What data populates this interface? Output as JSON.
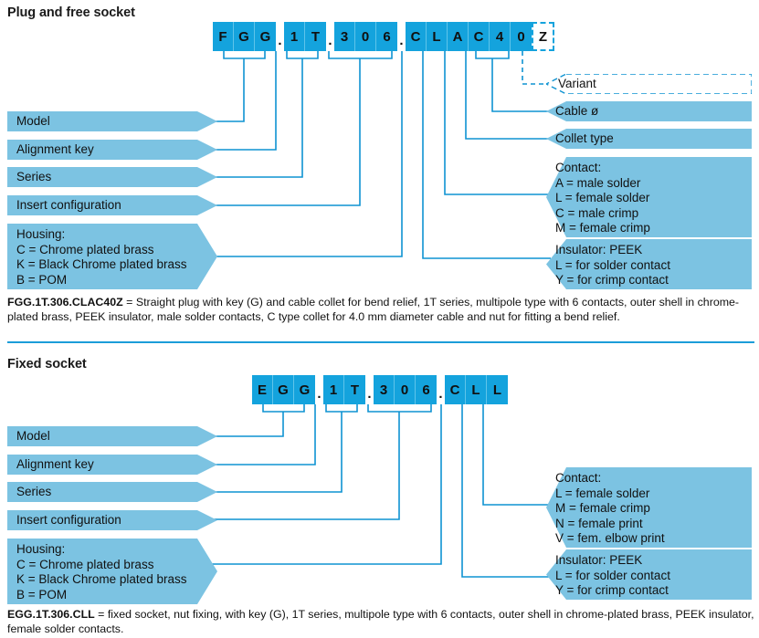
{
  "colors": {
    "chip_blue": "#14a3dd",
    "banner_blue": "#7cc3e2",
    "line_blue": "#0e93d2",
    "rule_blue": "#1b9dd9",
    "text": "#111111"
  },
  "sections": [
    {
      "id": "plug",
      "title": "Plug and free socket",
      "code": {
        "full": "FGG.1T.306.CLAC40Z",
        "groups": [
          {
            "name": "model-key-group",
            "chars": [
              "F",
              "G",
              "G"
            ]
          },
          {
            "name": "series-group",
            "chars": [
              "1",
              "T"
            ]
          },
          {
            "name": "insert-group",
            "chars": [
              "3",
              "0",
              "6"
            ]
          },
          {
            "name": "housing-contact-group",
            "chars": [
              "C",
              "L",
              "A",
              "C",
              "4",
              "0"
            ]
          }
        ],
        "separators": [
          "."
        ],
        "variant_char": "Z"
      },
      "left_labels": [
        {
          "name": "model",
          "lines": [
            "Model"
          ]
        },
        {
          "name": "alignment-key",
          "lines": [
            "Alignment key"
          ]
        },
        {
          "name": "series",
          "lines": [
            "Series"
          ]
        },
        {
          "name": "insert-configuration",
          "lines": [
            "Insert configuration"
          ]
        },
        {
          "name": "housing",
          "lines": [
            "Housing:",
            "C = Chrome plated brass",
            "K = Black Chrome plated brass",
            "B = POM"
          ]
        }
      ],
      "right_labels": [
        {
          "name": "variant",
          "style": "dashed",
          "lines": [
            "Variant"
          ]
        },
        {
          "name": "cable-diameter",
          "style": "solid",
          "lines": [
            "Cable ø"
          ]
        },
        {
          "name": "collet-type",
          "style": "solid",
          "lines": [
            "Collet type"
          ]
        },
        {
          "name": "contact",
          "style": "solid",
          "lines": [
            "Contact:",
            "A = male solder",
            "L = female solder",
            "C = male crimp",
            "M = female crimp"
          ]
        },
        {
          "name": "insulator",
          "style": "solid",
          "lines": [
            "Insulator: PEEK",
            "L = for solder contact",
            "Y = for crimp contact"
          ]
        }
      ],
      "caption_code": "FGG.1T.306.CLAC40Z",
      "caption_text": " = Straight plug with key (G) and cable collet for bend relief, 1T series, multipole type with 6 contacts, outer shell in chrome-plated brass, PEEK insulator, male solder contacts, C type collet for 4.0 mm diameter cable and nut for fitting a bend relief."
    },
    {
      "id": "fixed",
      "title": "Fixed socket",
      "code": {
        "full": "EGG.1T.306.CLL",
        "groups": [
          {
            "name": "model-key-group",
            "chars": [
              "E",
              "G",
              "G"
            ]
          },
          {
            "name": "series-group",
            "chars": [
              "1",
              "T"
            ]
          },
          {
            "name": "insert-group",
            "chars": [
              "3",
              "0",
              "6"
            ]
          },
          {
            "name": "housing-contact-group",
            "chars": [
              "C",
              "L",
              "L"
            ]
          }
        ],
        "separators": [
          "."
        ],
        "variant_char": null
      },
      "left_labels": [
        {
          "name": "model",
          "lines": [
            "Model"
          ]
        },
        {
          "name": "alignment-key",
          "lines": [
            "Alignment key"
          ]
        },
        {
          "name": "series",
          "lines": [
            "Series"
          ]
        },
        {
          "name": "insert-configuration",
          "lines": [
            "Insert configuration"
          ]
        },
        {
          "name": "housing",
          "lines": [
            "Housing:",
            "C = Chrome plated brass",
            "K = Black Chrome plated brass",
            "B = POM"
          ]
        }
      ],
      "right_labels": [
        {
          "name": "contact",
          "style": "solid",
          "lines": [
            "Contact:",
            "L = female solder",
            "M = female crimp",
            "N = female print",
            "V = fem. elbow print"
          ]
        },
        {
          "name": "insulator",
          "style": "solid",
          "lines": [
            "Insulator: PEEK",
            "L = for solder contact",
            "Y = for crimp contact"
          ]
        }
      ],
      "caption_code": "EGG.1T.306.CLL",
      "caption_text": " = fixed socket, nut fixing, with key (G), 1T series, multipole type with 6 contacts, outer shell in chrome-plated brass, PEEK insulator, female solder contacts."
    }
  ]
}
